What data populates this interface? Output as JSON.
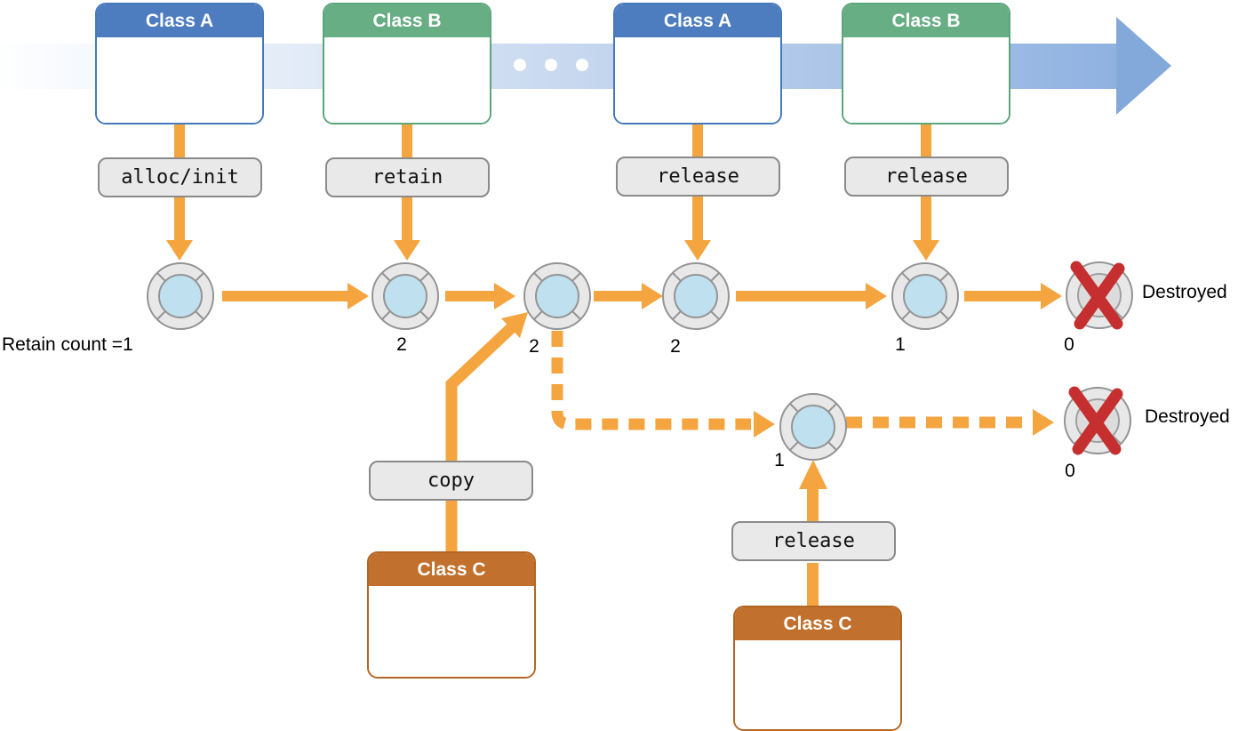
{
  "classes": [
    {
      "label": "Class A"
    },
    {
      "label": "Class B"
    },
    {
      "label": "Class A"
    },
    {
      "label": "Class B"
    },
    {
      "label": "Class C"
    },
    {
      "label": "Class C"
    }
  ],
  "methods": [
    {
      "label": "alloc/init"
    },
    {
      "label": "retain"
    },
    {
      "label": "release"
    },
    {
      "label": "release"
    },
    {
      "label": "copy"
    },
    {
      "label": "release"
    }
  ],
  "counts": {
    "row1": [
      "Retain count =1",
      "2",
      "2",
      "2",
      "1",
      "0"
    ],
    "row2": [
      "1",
      "0"
    ]
  },
  "destroyed": {
    "row1": "Destroyed",
    "row2": "Destroyed"
  },
  "colors": {
    "class_a_blue": "#4d7dbf",
    "class_b_green": "#68ae84",
    "class_c_brown": "#c1712d",
    "arrow_orange": "#f4a540",
    "timeline_blue": "#83a9db",
    "pill_gray": "#e9e9e9",
    "object_core_blue": "#bfe0ee",
    "destroyed_red": "#c62f2f"
  }
}
